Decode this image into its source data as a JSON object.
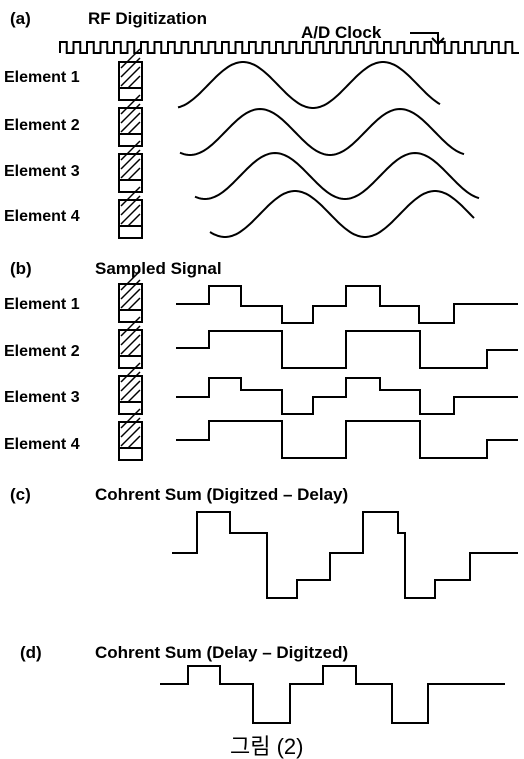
{
  "panels": {
    "a": {
      "tag": "(a)",
      "title": "RF Digitization",
      "clock_label": "A/D Clock"
    },
    "b": {
      "tag": "(b)",
      "title": "Sampled Signal"
    },
    "c": {
      "tag": "(c)",
      "title": "Cohrent Sum  (Digitzed – Delay)"
    },
    "d": {
      "tag": "(d)",
      "title": "Cohrent Sum (Delay – Digitzed)"
    }
  },
  "elements_a": [
    "Element 1",
    "Element 2",
    "Element 3",
    "Element 4"
  ],
  "elements_b": [
    "Element 1",
    "Element 2",
    "Element 3",
    "Element 4"
  ],
  "caption": "그림 (2)"
}
